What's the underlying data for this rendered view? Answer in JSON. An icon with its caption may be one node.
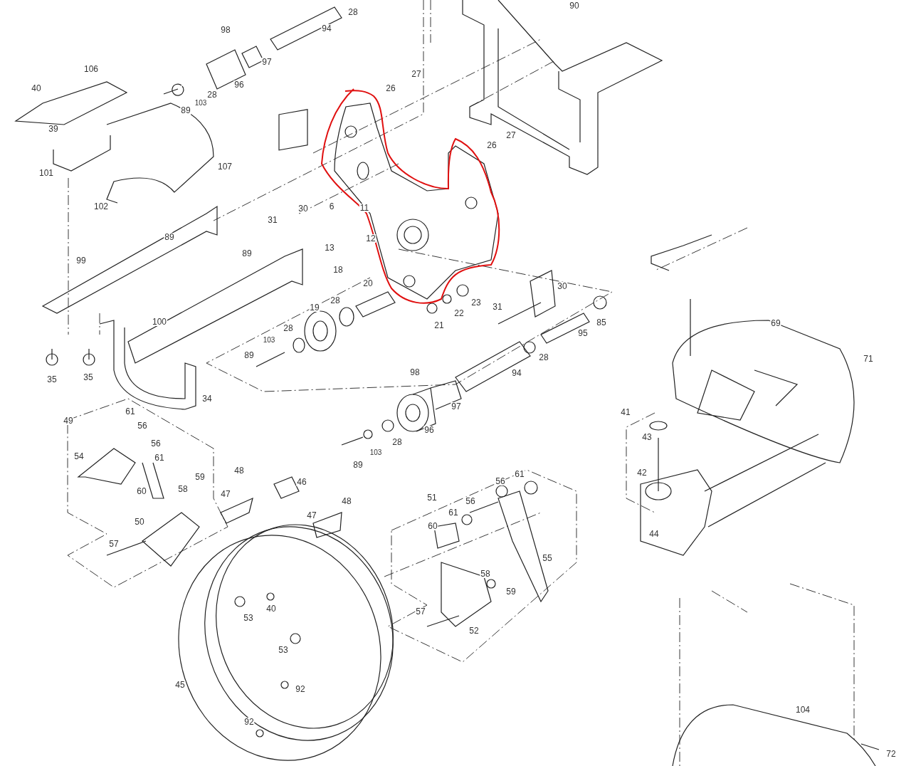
{
  "diagram": {
    "labels": [
      "90",
      "28",
      "98",
      "94",
      "97",
      "106",
      "27",
      "96",
      "40",
      "26",
      "28",
      "103",
      "89",
      "39",
      "27",
      "26",
      "107",
      "101",
      "6",
      "30",
      "102",
      "11",
      "31",
      "12",
      "89",
      "13",
      "89",
      "99",
      "18",
      "30",
      "20",
      "23",
      "19",
      "28",
      "31",
      "22",
      "85",
      "21",
      "69",
      "100",
      "28",
      "95",
      "103",
      "89",
      "71",
      "28",
      "35",
      "35",
      "94",
      "98",
      "34",
      "97",
      "61",
      "41",
      "49",
      "56",
      "96",
      "43",
      "28",
      "56",
      "54",
      "61",
      "103",
      "89",
      "42",
      "48",
      "61",
      "59",
      "46",
      "56",
      "60",
      "58",
      "47",
      "51",
      "56",
      "48",
      "61",
      "47",
      "50",
      "60",
      "44",
      "57",
      "55",
      "58",
      "59",
      "40",
      "53",
      "57",
      "52",
      "53",
      "45",
      "92",
      "104",
      "92",
      "72"
    ]
  }
}
